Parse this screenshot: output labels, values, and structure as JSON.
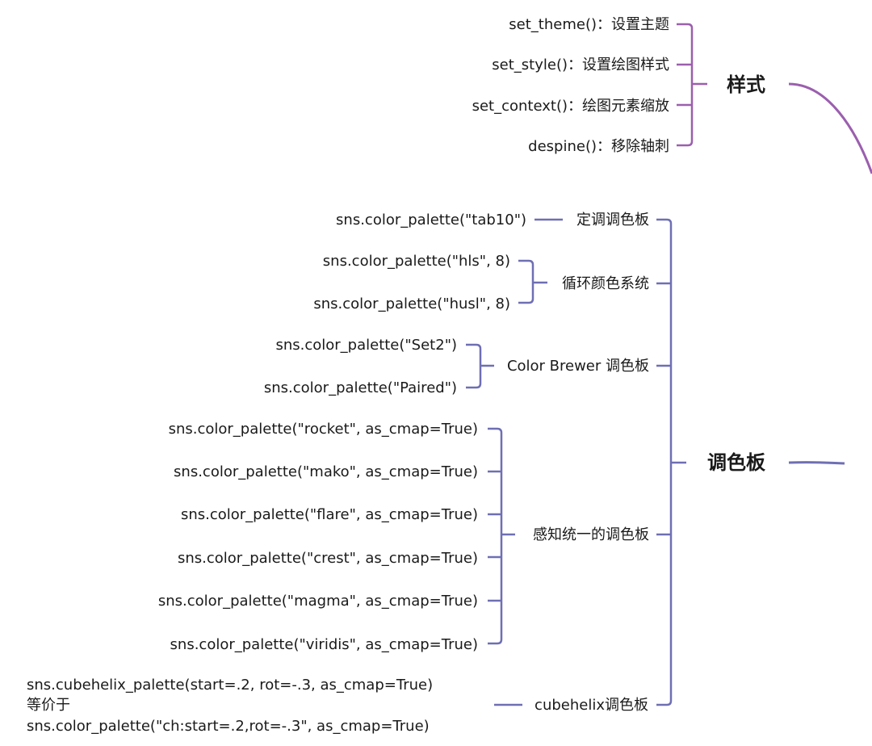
{
  "style_branch": {
    "label": "样式",
    "items": [
      "set_theme()：设置主题",
      "set_style()：设置绘图样式",
      "set_context()：绘图元素缩放",
      "despine()：移除轴刺"
    ]
  },
  "palette_branch": {
    "label": "调色板",
    "groups": [
      {
        "label": "定调调色板",
        "items": [
          "sns.color_palette(\"tab10\")"
        ]
      },
      {
        "label": "循环颜色系统",
        "items": [
          "sns.color_palette(\"hls\", 8)",
          "sns.color_palette(\"husl\", 8)"
        ]
      },
      {
        "label": "Color Brewer 调色板",
        "items": [
          "sns.color_palette(\"Set2\")",
          "sns.color_palette(\"Paired\")"
        ]
      },
      {
        "label": "感知统一的调色板",
        "items": [
          "sns.color_palette(\"rocket\", as_cmap=True)",
          "sns.color_palette(\"mako\", as_cmap=True)",
          "sns.color_palette(\"flare\", as_cmap=True)",
          "sns.color_palette(\"crest\", as_cmap=True)",
          "sns.color_palette(\"magma\", as_cmap=True)",
          "sns.color_palette(\"viridis\", as_cmap=True)"
        ]
      },
      {
        "label": "cubehelix调色板",
        "items": [
          "sns.cubehelix_palette(start=.2, rot=-.3, as_cmap=True)",
          "等价于",
          "sns.color_palette(\"ch:start=.2,rot=-.3\", as_cmap=True)"
        ]
      }
    ]
  },
  "colors": {
    "style_branch": "#9b5fae",
    "palette_branch": "#6f6fb4",
    "text": "#1a1a1a"
  }
}
